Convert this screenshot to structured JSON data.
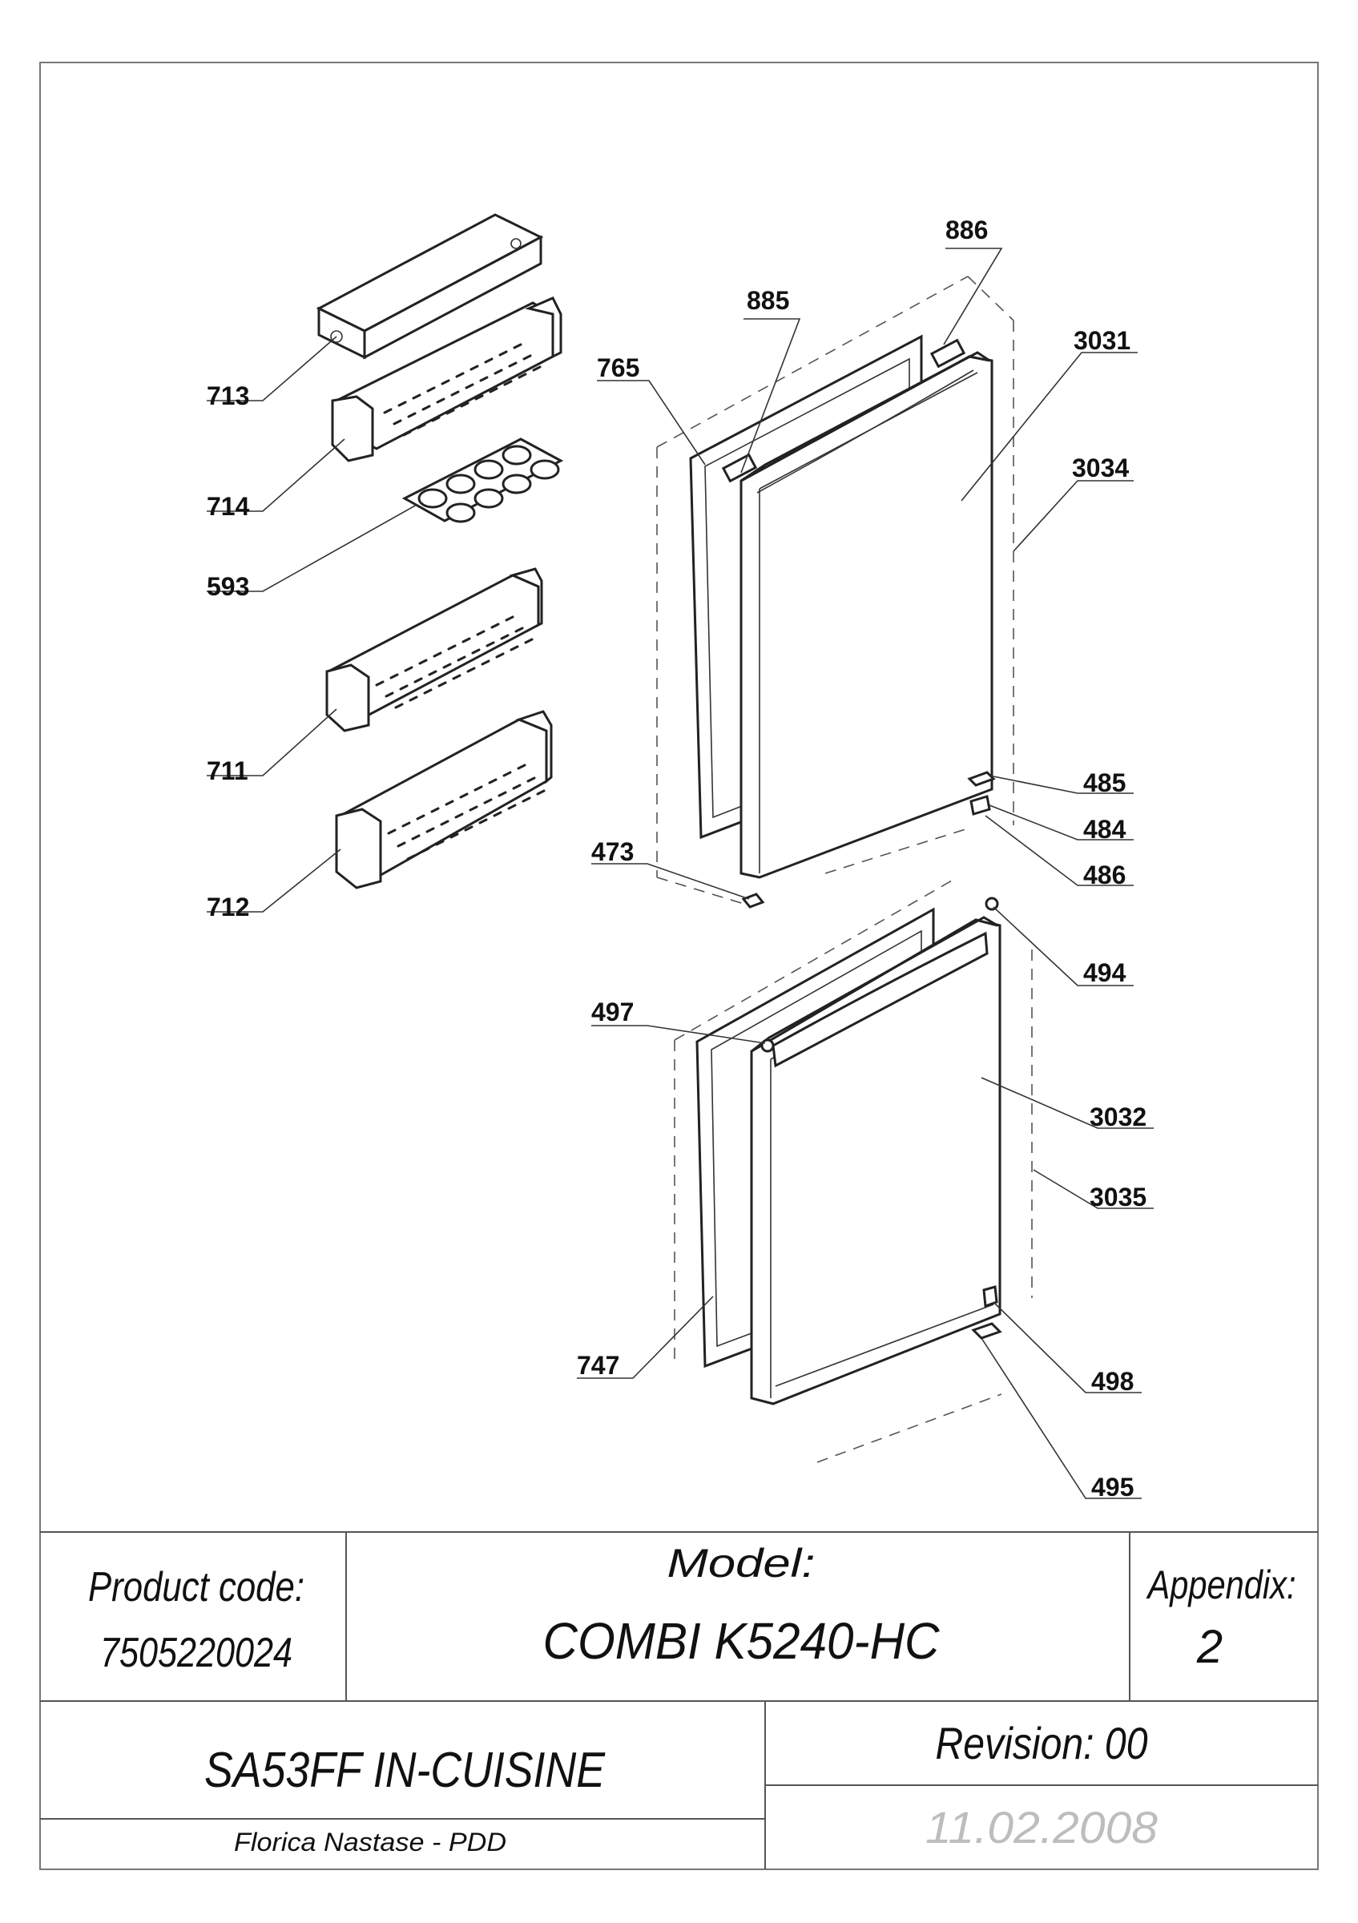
{
  "callouts": [
    {
      "id": "713",
      "text": "713"
    },
    {
      "id": "714",
      "text": "714"
    },
    {
      "id": "593",
      "text": "593"
    },
    {
      "id": "711",
      "text": "711"
    },
    {
      "id": "712",
      "text": "712"
    },
    {
      "id": "765",
      "text": "765"
    },
    {
      "id": "885",
      "text": "885"
    },
    {
      "id": "886",
      "text": "886"
    },
    {
      "id": "3031",
      "text": "3031"
    },
    {
      "id": "3034",
      "text": "3034"
    },
    {
      "id": "485",
      "text": "485"
    },
    {
      "id": "484",
      "text": "484"
    },
    {
      "id": "486",
      "text": "486"
    },
    {
      "id": "473",
      "text": "473"
    },
    {
      "id": "494",
      "text": "494"
    },
    {
      "id": "497",
      "text": "497"
    },
    {
      "id": "3032",
      "text": "3032"
    },
    {
      "id": "3035",
      "text": "3035"
    },
    {
      "id": "747",
      "text": "747"
    },
    {
      "id": "498",
      "text": "498"
    },
    {
      "id": "495",
      "text": "495"
    }
  ],
  "title_block": {
    "product_code_label": "Product code:",
    "product_code_value": "7505220024",
    "model_label": "Model:",
    "model_value": "COMBI K5240-HC",
    "appendix_label": "Appendix:",
    "appendix_value": "2",
    "variant": "SA53FF IN-CUISINE",
    "revision": "Revision: 00",
    "author": "Florica Nastase - PDD",
    "date": "11.02.2008"
  }
}
